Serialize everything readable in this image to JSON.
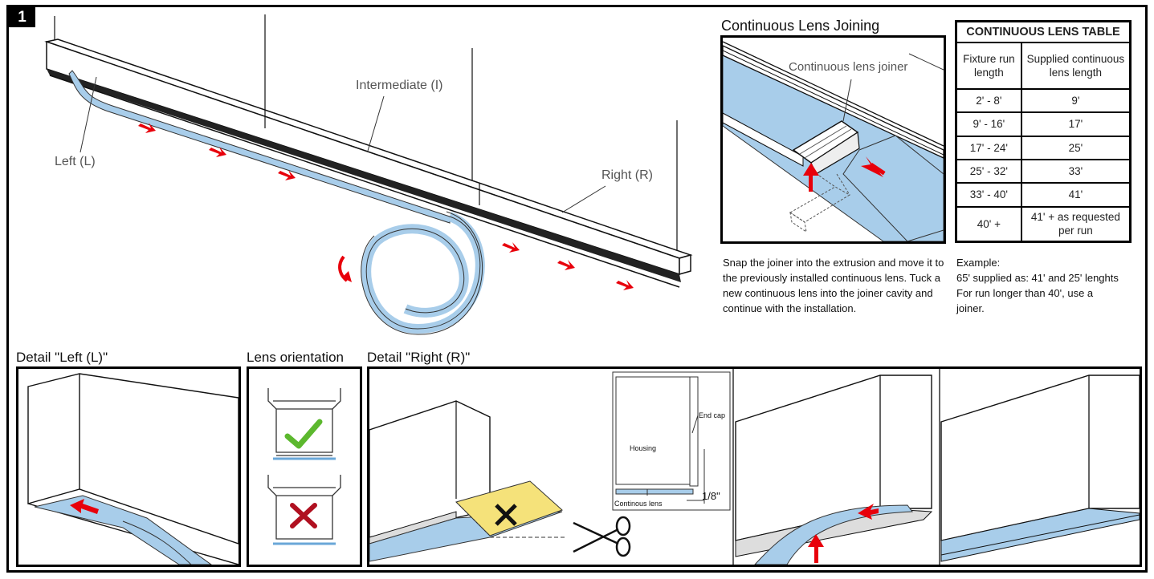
{
  "step": {
    "number": "1"
  },
  "main_labels": {
    "left": "Left (L)",
    "intermediate": "Intermediate (I)",
    "right": "Right (R)"
  },
  "joining": {
    "title": "Continuous Lens Joining",
    "joiner_label": "Continuous lens joiner",
    "description": "Snap the joiner into the extrusion and move it to the previously installed continuous lens. Tuck a new continuous lens into the joiner cavity and continue with the installation."
  },
  "lens_table": {
    "title": "CONTINUOUS LENS TABLE",
    "col1_header": "Fixture run length",
    "col2_header": "Supplied continuous lens length",
    "rows": [
      {
        "run": "2' - 8'",
        "supplied": "9'"
      },
      {
        "run": "9' - 16'",
        "supplied": "17'"
      },
      {
        "run": "17' - 24'",
        "supplied": "25'"
      },
      {
        "run": "25' - 32'",
        "supplied": "33'"
      },
      {
        "run": "33' - 40'",
        "supplied": "41'"
      },
      {
        "run": "40' +",
        "supplied": "41' + as requested per run"
      }
    ]
  },
  "example": {
    "heading": "Example:",
    "line1": "65' supplied as: 41' and 25' lenghts",
    "line2": "For run longer than 40', use a joiner."
  },
  "details": {
    "left_title": "Detail \"Left (L)\"",
    "orientation_title": "Lens orientation",
    "right_title": "Detail \"Right (R)\""
  },
  "inset": {
    "housing": "Housing",
    "end_cap": "End cap",
    "lens": "Continous lens",
    "gap": "1/8\""
  },
  "colors": {
    "lens_blue": "#a8cdea",
    "arrow_red": "#e8000b",
    "check_green": "#5cb82e",
    "cross_red": "#b01020",
    "cut_yellow": "#f5e27a"
  }
}
